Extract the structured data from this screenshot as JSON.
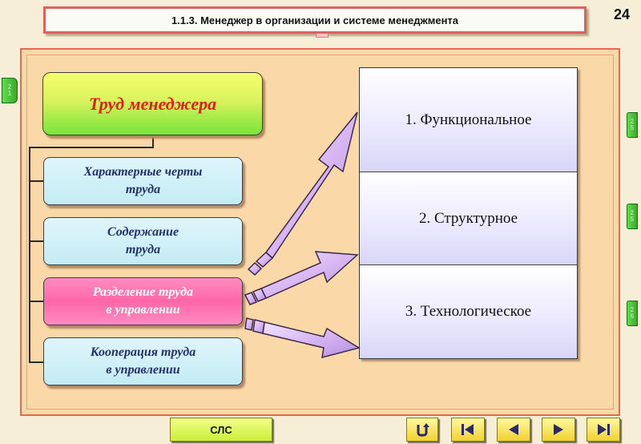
{
  "header": {
    "title": "1.1.3. Менеджер в организации и системе менеджмента",
    "page_number": "24"
  },
  "left_panel": {
    "main_card": "Труд менеджера",
    "items": [
      {
        "line1": "Характерные черты",
        "line2": "труда"
      },
      {
        "line1": "Содержание",
        "line2": "труда"
      },
      {
        "line1": "Разделение труда",
        "line2": "в управлении"
      },
      {
        "line1": "Кооперация труда",
        "line2": "в управлении"
      }
    ]
  },
  "right_panel": {
    "items": [
      "1. Функциональное",
      "2. Структурное",
      "3. Технологическое"
    ]
  },
  "side_nav": {
    "left": {
      "top": "2",
      "bottom": "1"
    },
    "right": [
      {
        "top": "2",
        "bottom": "5"
      },
      {
        "top": "2",
        "bottom": "5"
      },
      {
        "top": "2",
        "bottom": "6"
      }
    ]
  },
  "footer": {
    "sls_label": "СЛС",
    "icons": [
      "return-icon",
      "first-page-icon",
      "previous-icon",
      "next-icon",
      "last-page-icon"
    ]
  },
  "colors": {
    "accent_red": "#e41c1c",
    "active_card": "#ff66a8",
    "arrow_fill": "#d9b7f3"
  }
}
